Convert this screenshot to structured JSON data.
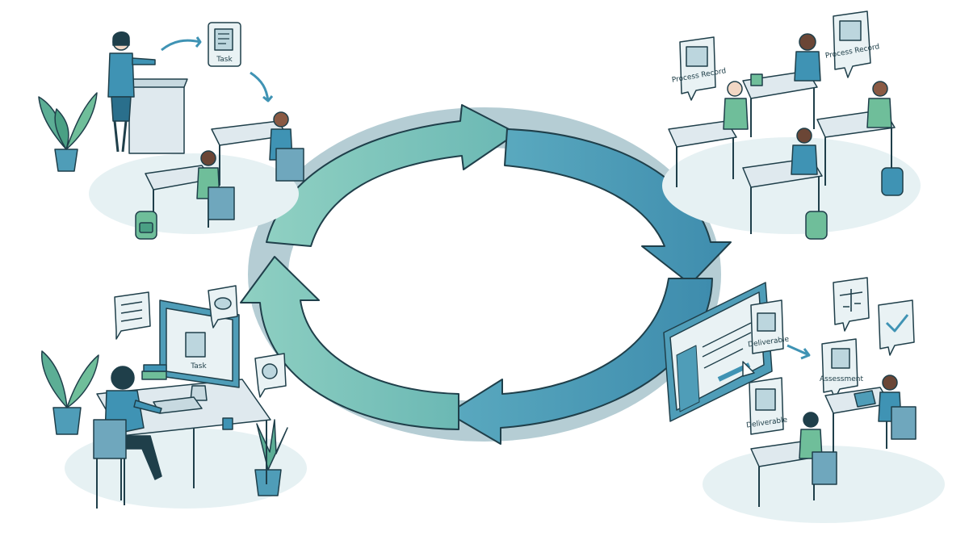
{
  "labels": {
    "task_top": "Task",
    "process_record_left": "Process Record",
    "process_record_right": "Process Record",
    "task_monitor": "Task",
    "deliverable_screen": "Deliverable",
    "deliverable_bottom": "Deliverable",
    "assessment": "Assessment"
  },
  "colors": {
    "cycle_left": "#79c3b6",
    "cycle_right": "#4f9db8",
    "outline": "#1f3f4a",
    "person": "#3f93b4",
    "shirt_green": "#6fbe9a",
    "furniture": "#dfe9ee",
    "plant": "#5cae95",
    "floor_shadow": "#e6f1f3"
  },
  "icons": [
    "task-icon",
    "process-record-icon",
    "chat-bubble-icon",
    "checklist-icon",
    "feedback-icon",
    "scales-icon",
    "checkmark-icon",
    "deliverable-icon",
    "assessment-icon",
    "cursor-icon",
    "plant-icon",
    "backpack-icon"
  ]
}
